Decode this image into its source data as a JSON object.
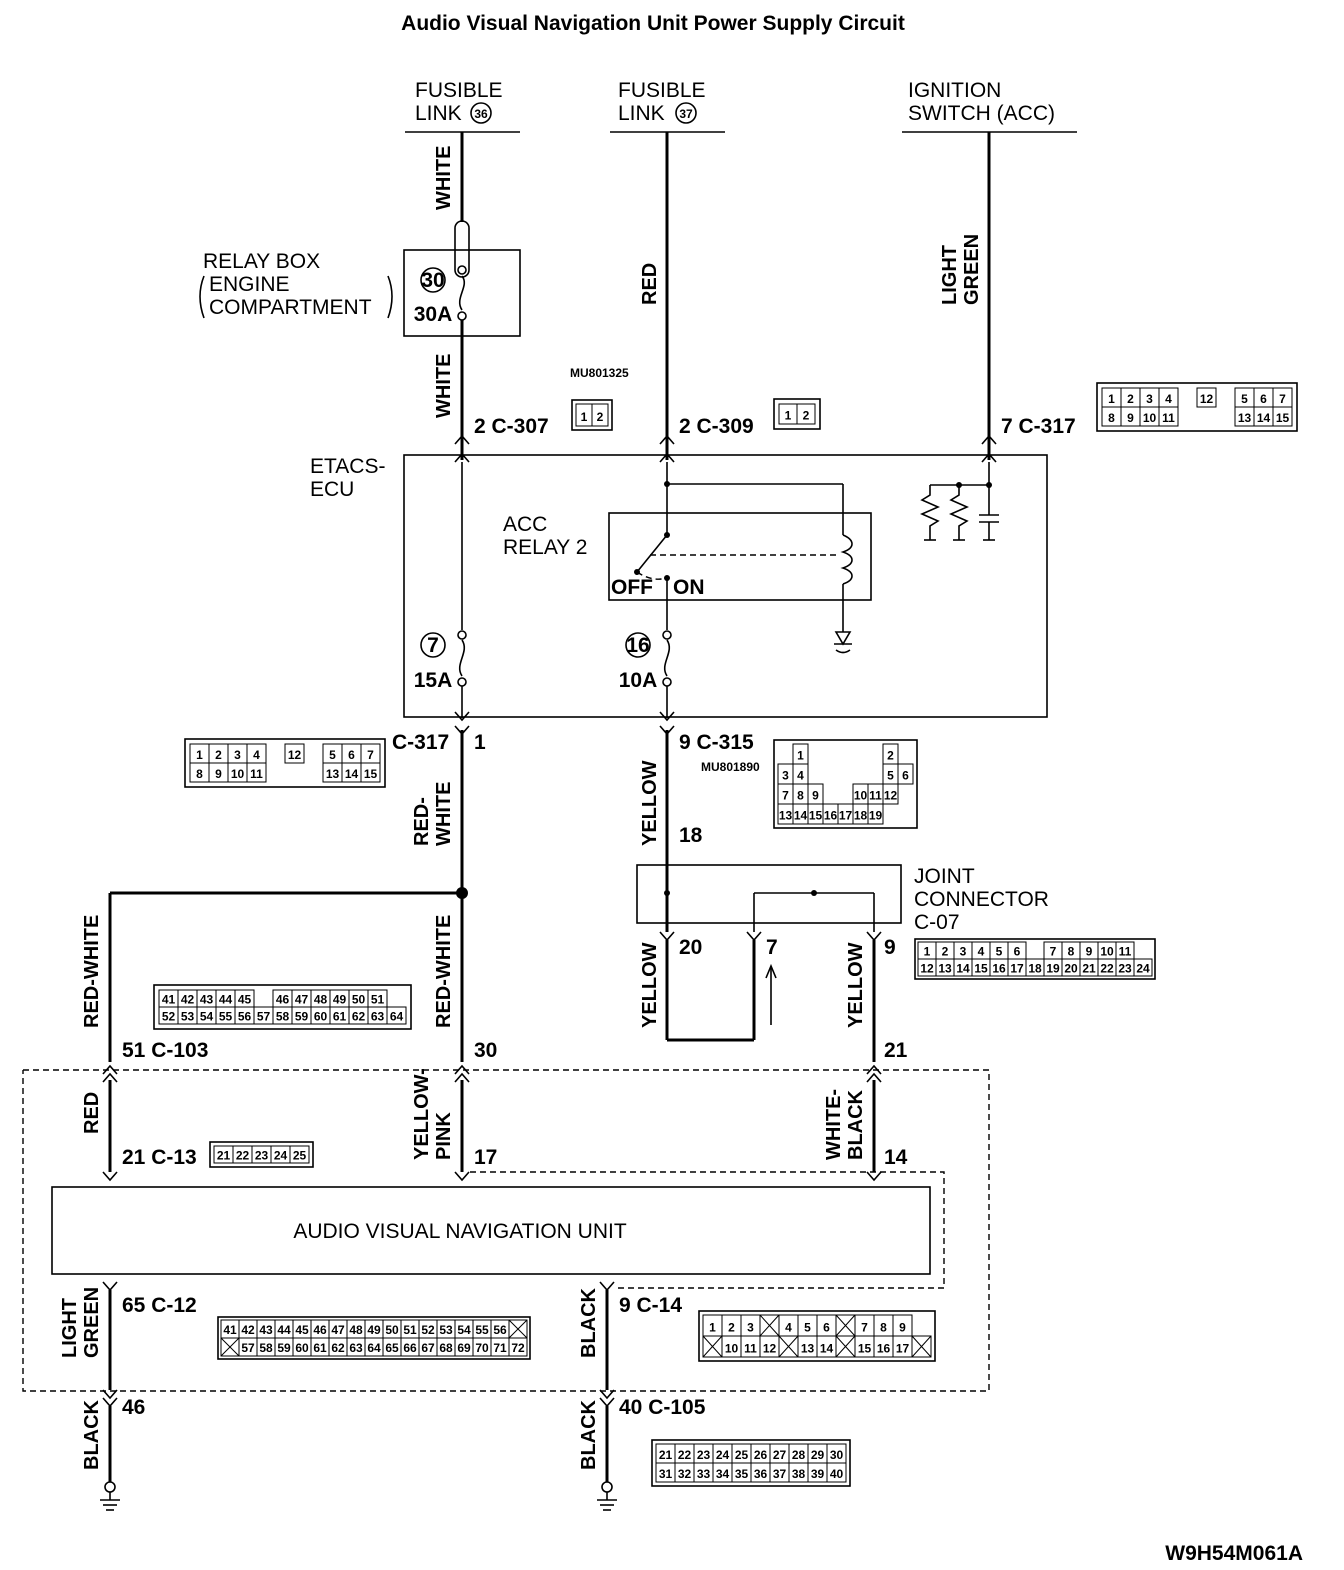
{
  "title": "Audio Visual Navigation Unit Power Supply Circuit",
  "figure_code": "W9H54M061A",
  "sources": [
    {
      "line1": "FUSIBLE",
      "line2": "LINK",
      "num": "36"
    },
    {
      "line1": "FUSIBLE",
      "line2": "LINK",
      "num": "37"
    },
    {
      "line1": "IGNITION",
      "line2": "SWITCH (ACC)"
    }
  ],
  "relay_box": {
    "line1": "RELAY BOX",
    "line2": "ENGINE",
    "line3": "COMPARTMENT",
    "fuse_num": "30",
    "fuse_rating": "30A"
  },
  "etacs": {
    "line1": "ETACS-",
    "line2": "ECU",
    "relay_line1": "ACC",
    "relay_line2": "RELAY 2",
    "off": "OFF",
    "on": "ON",
    "fuse1_num": "7",
    "fuse1_rating": "15A",
    "fuse2_num": "16",
    "fuse2_rating": "10A"
  },
  "joint": {
    "line1": "JOINT",
    "line2": "CONNECTOR",
    "line3": "C-07"
  },
  "avn_label": "AUDIO VISUAL NAVIGATION UNIT",
  "part_numbers": {
    "c307": "MU801325",
    "c315": "MU801890"
  },
  "wires": {
    "white": "WHITE",
    "red": "RED",
    "light_green_1": "LIGHT",
    "light_green_2": "GREEN",
    "red_white_1": "RED-",
    "red_white_2": "WHITE",
    "red_white": "RED-WHITE",
    "yellow": "YELLOW",
    "yellow_pink_1": "YELLOW-",
    "yellow_pink_2": "PINK",
    "white_black_1": "WHITE-",
    "white_black_2": "BLACK",
    "black": "BLACK"
  },
  "pins": {
    "c307": "2  C-307",
    "c309": "2  C-309",
    "c317_top": "7  C-317",
    "c317_left": "C-317",
    "c317_pin": "1",
    "c315": "9  C-315",
    "p18": "18",
    "p20": "20",
    "p7": "7",
    "p9": "9",
    "c103": "51  C-103",
    "p30": "30",
    "p21": "21",
    "c13": "21  C-13",
    "p17": "17",
    "p14": "14",
    "c12": "65  C-12",
    "c14": "9  C-14",
    "p46": "46",
    "c105": "40  C-105"
  },
  "connectors": {
    "c307": [
      [
        "1",
        "2"
      ]
    ],
    "c309": [
      [
        "1",
        "2"
      ]
    ],
    "c317": [
      [
        "1",
        "2",
        "3",
        "4",
        "",
        "12",
        "",
        "5",
        "6",
        "7"
      ],
      [
        "8",
        "9",
        "10",
        "11",
        "",
        "",
        "",
        "13",
        "14",
        "15"
      ]
    ],
    "c315": [
      [
        "",
        "1",
        "",
        "",
        "",
        "",
        "",
        "2",
        ""
      ],
      [
        "3",
        "4",
        "",
        "",
        "",
        "",
        "",
        "5",
        "6"
      ],
      [
        "7",
        "8",
        "9",
        "",
        "",
        "10",
        "11",
        "12",
        ""
      ],
      [
        "13",
        "14",
        "15",
        "16",
        "17",
        "18",
        "19",
        "",
        ""
      ]
    ],
    "c07": [
      [
        "1",
        "2",
        "3",
        "4",
        "5",
        "6",
        "",
        "7",
        "8",
        "9",
        "10",
        "11"
      ],
      [
        "12",
        "13",
        "14",
        "15",
        "16",
        "17",
        "18",
        "19",
        "20",
        "21",
        "22",
        "23",
        "24"
      ]
    ],
    "c103": [
      [
        "41",
        "42",
        "43",
        "44",
        "45",
        "",
        "46",
        "47",
        "48",
        "49",
        "50",
        "51"
      ],
      [
        "52",
        "53",
        "54",
        "55",
        "56",
        "57",
        "58",
        "59",
        "60",
        "61",
        "62",
        "63",
        "64"
      ]
    ],
    "c13": [
      [
        "21",
        "22",
        "23",
        "24",
        "25"
      ]
    ],
    "c12": [
      [
        "41",
        "42",
        "43",
        "44",
        "45",
        "46",
        "47",
        "48",
        "49",
        "50",
        "51",
        "52",
        "53",
        "54",
        "55",
        "56",
        "X"
      ],
      [
        "X",
        "57",
        "58",
        "59",
        "60",
        "61",
        "62",
        "63",
        "64",
        "65",
        "66",
        "67",
        "68",
        "69",
        "70",
        "71",
        "72"
      ]
    ],
    "c14": [
      [
        "1",
        "2",
        "3",
        "X",
        "4",
        "5",
        "6",
        "X",
        "7",
        "8",
        "9"
      ],
      [
        "X",
        "10",
        "11",
        "12",
        "X",
        "13",
        "14",
        "X",
        "15",
        "16",
        "17",
        "X"
      ]
    ],
    "c105": [
      [
        "21",
        "22",
        "23",
        "24",
        "25",
        "26",
        "27",
        "28",
        "29",
        "30"
      ],
      [
        "31",
        "32",
        "33",
        "34",
        "35",
        "36",
        "37",
        "38",
        "39",
        "40"
      ]
    ]
  }
}
